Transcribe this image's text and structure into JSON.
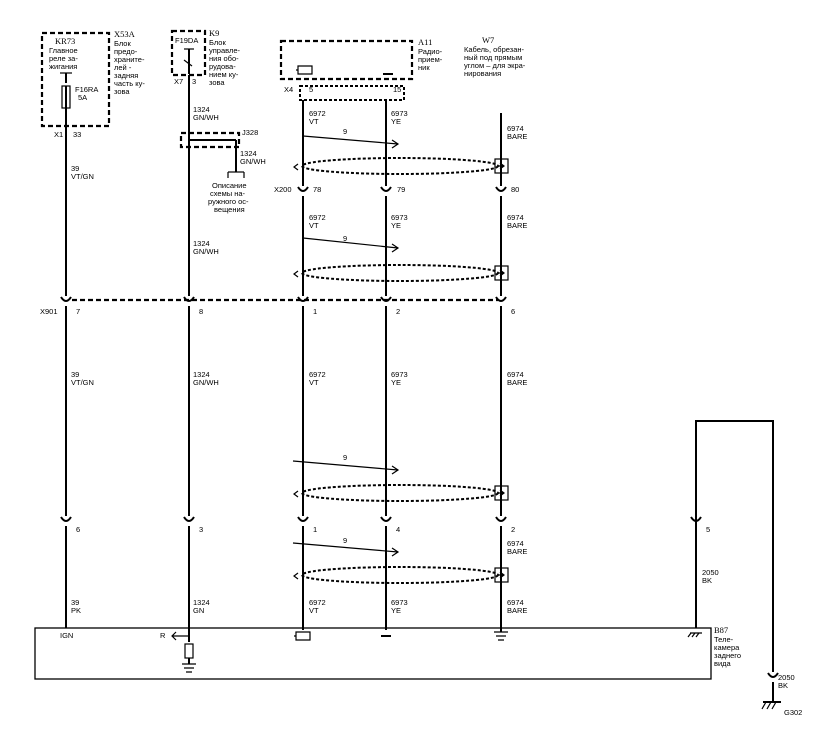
{
  "components": {
    "kr73": {
      "id": "KR73",
      "name_lines": [
        "Главное",
        "реле за-",
        "жигания"
      ]
    },
    "x53a": {
      "id": "X53A",
      "name_lines": [
        "Блок",
        "предо-",
        "храните-",
        "лей -",
        "задняя",
        "часть ку-",
        "зова"
      ]
    },
    "fuse_f16ra": {
      "id": "F16RA",
      "rating": "5A"
    },
    "fuse_f19da": {
      "id": "F19DA"
    },
    "k9": {
      "id": "K9",
      "name_lines": [
        "Блок",
        "управле-",
        "ния обо-",
        "рудова-",
        "нием ку-",
        "зова"
      ]
    },
    "a11": {
      "id": "A11",
      "name_lines": [
        "Радио-",
        "прием-",
        "ник"
      ]
    },
    "w7": {
      "id": "W7",
      "name_lines": [
        "Кабель, обрезан-",
        "ный под прямым",
        "углом – для экра-",
        "нирования"
      ]
    },
    "j328": {
      "id": "J328"
    },
    "exterior_light_note": [
      "Описание",
      "схемы на-",
      "ружного ос-",
      "вещения"
    ],
    "b87": {
      "id": "B87",
      "name_lines": [
        "Теле-",
        "камера",
        "заднего",
        "вида"
      ]
    },
    "ground": {
      "id": "G302"
    }
  },
  "connectors": {
    "x1": {
      "id": "X1",
      "pin": "33"
    },
    "x7": {
      "id": "X7",
      "pin": "3"
    },
    "x4": {
      "id": "X4",
      "pins": [
        "5",
        "15"
      ]
    },
    "x200": {
      "id": "X200",
      "pins": [
        "78",
        "79",
        "80"
      ]
    },
    "x901": {
      "id": "X901",
      "pins": [
        "7",
        "8",
        "1",
        "2",
        "6"
      ]
    },
    "b87_pins": [
      "6",
      "3",
      "1",
      "4",
      "2",
      "5"
    ]
  },
  "twist_label": "9",
  "wires": {
    "ign_top": {
      "circuit": "39",
      "color": "VT/GN"
    },
    "gnwh_top": {
      "circuit": "1324",
      "color": "GN/WH"
    },
    "j328_branch": {
      "circuit": "1324",
      "color": "GN/WH"
    },
    "vt": {
      "circuit": "6972",
      "color": "VT"
    },
    "ye": {
      "circuit": "6973",
      "color": "YE"
    },
    "bare": {
      "circuit": "6974",
      "color": "BARE"
    },
    "ign_mid": {
      "circuit": "39",
      "color": "VT/GN"
    },
    "gnwh_mid": {
      "circuit": "1324",
      "color": "GN/WH"
    },
    "ign_bot": {
      "circuit": "39",
      "color": "PK"
    },
    "gn_bot": {
      "circuit": "1324",
      "color": "GN"
    },
    "bk": {
      "circuit": "2050",
      "color": "BK"
    }
  },
  "b87_terminals": {
    "ign": "IGN",
    "r": "R"
  }
}
